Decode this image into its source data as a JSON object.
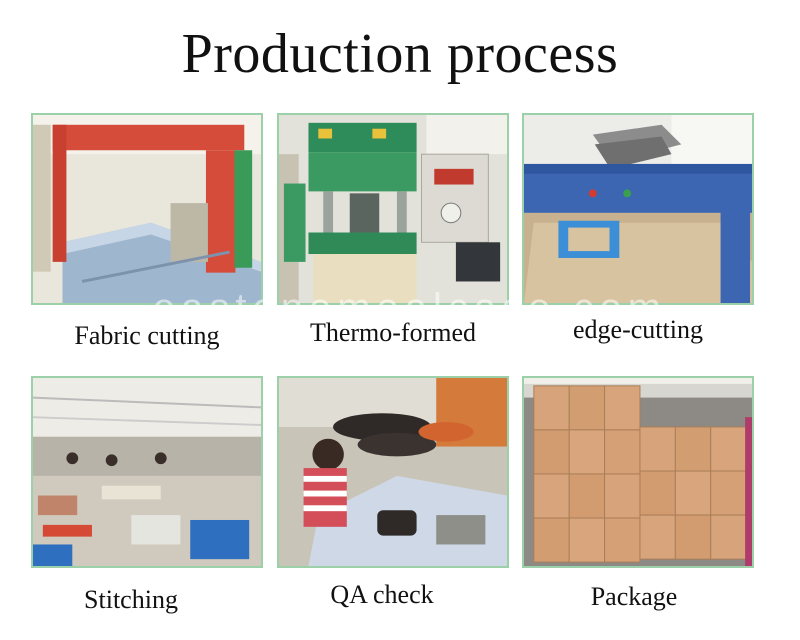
{
  "title": "Production process",
  "steps": [
    {
      "caption": "Fabric cutting"
    },
    {
      "caption": "Thermo-formed"
    },
    {
      "caption": "edge-cutting"
    },
    {
      "caption": "Stitching"
    },
    {
      "caption": "QA check"
    },
    {
      "caption": "Package"
    }
  ],
  "watermark": "eastonemealcase.com",
  "colors": {
    "frame": "#9bd0a8",
    "text": "#111111"
  }
}
